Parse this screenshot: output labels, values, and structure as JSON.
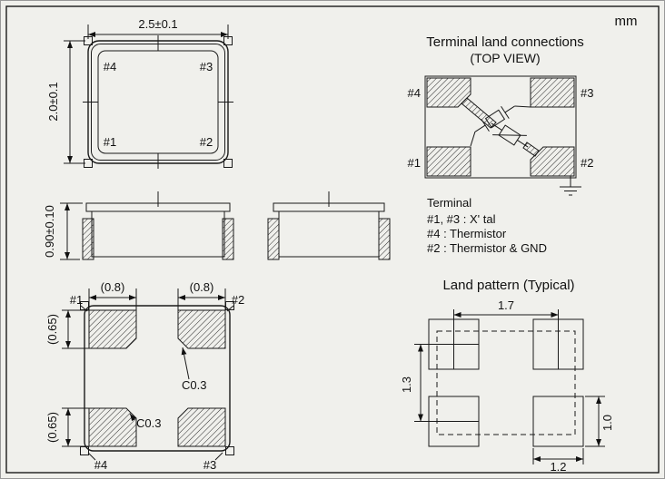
{
  "units": "mm",
  "colors": {
    "background": "#f0f0ec",
    "line": "#1a1a1a"
  },
  "top_view": {
    "dim_width": "2.5±0.1",
    "dim_height": "2.0±0.1",
    "pin_top_left": "#4",
    "pin_top_right": "#3",
    "pin_bottom_left": "#1",
    "pin_bottom_right": "#2"
  },
  "side_view": {
    "dim_height": "0.90±0.10"
  },
  "bottom_view": {
    "pin_top_left": "#1",
    "pin_top_right": "#2",
    "pin_bottom_left": "#4",
    "pin_bottom_right": "#3",
    "dim_pad_width_left": "(0.8)",
    "dim_pad_width_right": "(0.8)",
    "dim_pad_height_upper": "(0.65)",
    "dim_pad_height_lower": "(0.65)",
    "chamfer_upper": "C0.3",
    "chamfer_lower": "C0.3"
  },
  "connections": {
    "title": "Terminal land connections",
    "subtitle": "(TOP VIEW)",
    "pin_top_left": "#4",
    "pin_top_right": "#3",
    "pin_bottom_left": "#1",
    "pin_bottom_right": "#2"
  },
  "legend": {
    "title": "Terminal",
    "lines": [
      "#1, #3 : X' tal",
      "#4 : Thermistor",
      "#2 : Thermistor & GND"
    ]
  },
  "land_pattern": {
    "title": "Land pattern (Typical)",
    "dim_horizontal_pitch": "1.7",
    "dim_vertical_pitch": "1.3",
    "dim_pad_height": "1.0",
    "dim_pad_width": "1.2"
  }
}
